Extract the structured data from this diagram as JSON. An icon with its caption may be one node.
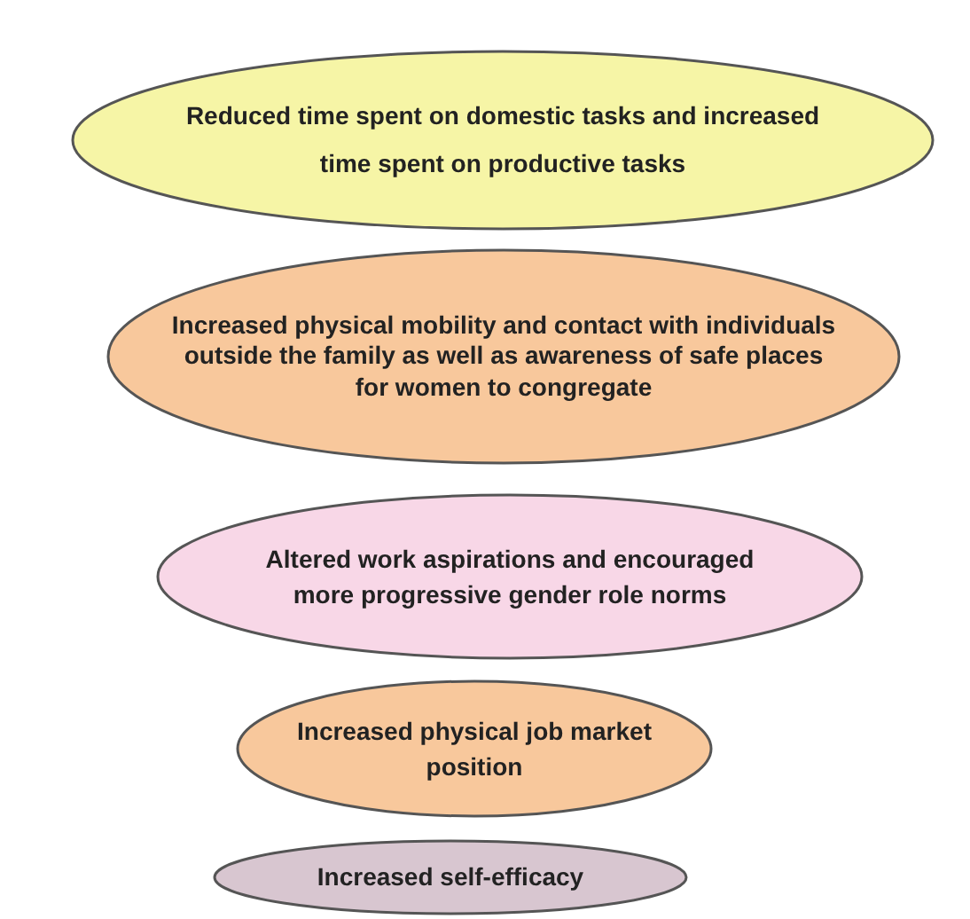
{
  "diagram": {
    "nodes": [
      {
        "text": [
          "Reduced time spent on domestic tasks and increased time spent on productive tasks"
        ]
      },
      {
        "text": [
          "Increased physical mobility and contact with individuals outside the family as well as awareness of safe places for women to congregate"
        ]
      },
      {
        "text": [
          "Altered work aspirations and encouraged more progressive gender role norms"
        ]
      },
      {
        "text": [
          "Increased physical job market position"
        ]
      },
      {
        "text": [
          "Increased self-efficacy"
        ]
      }
    ]
  }
}
